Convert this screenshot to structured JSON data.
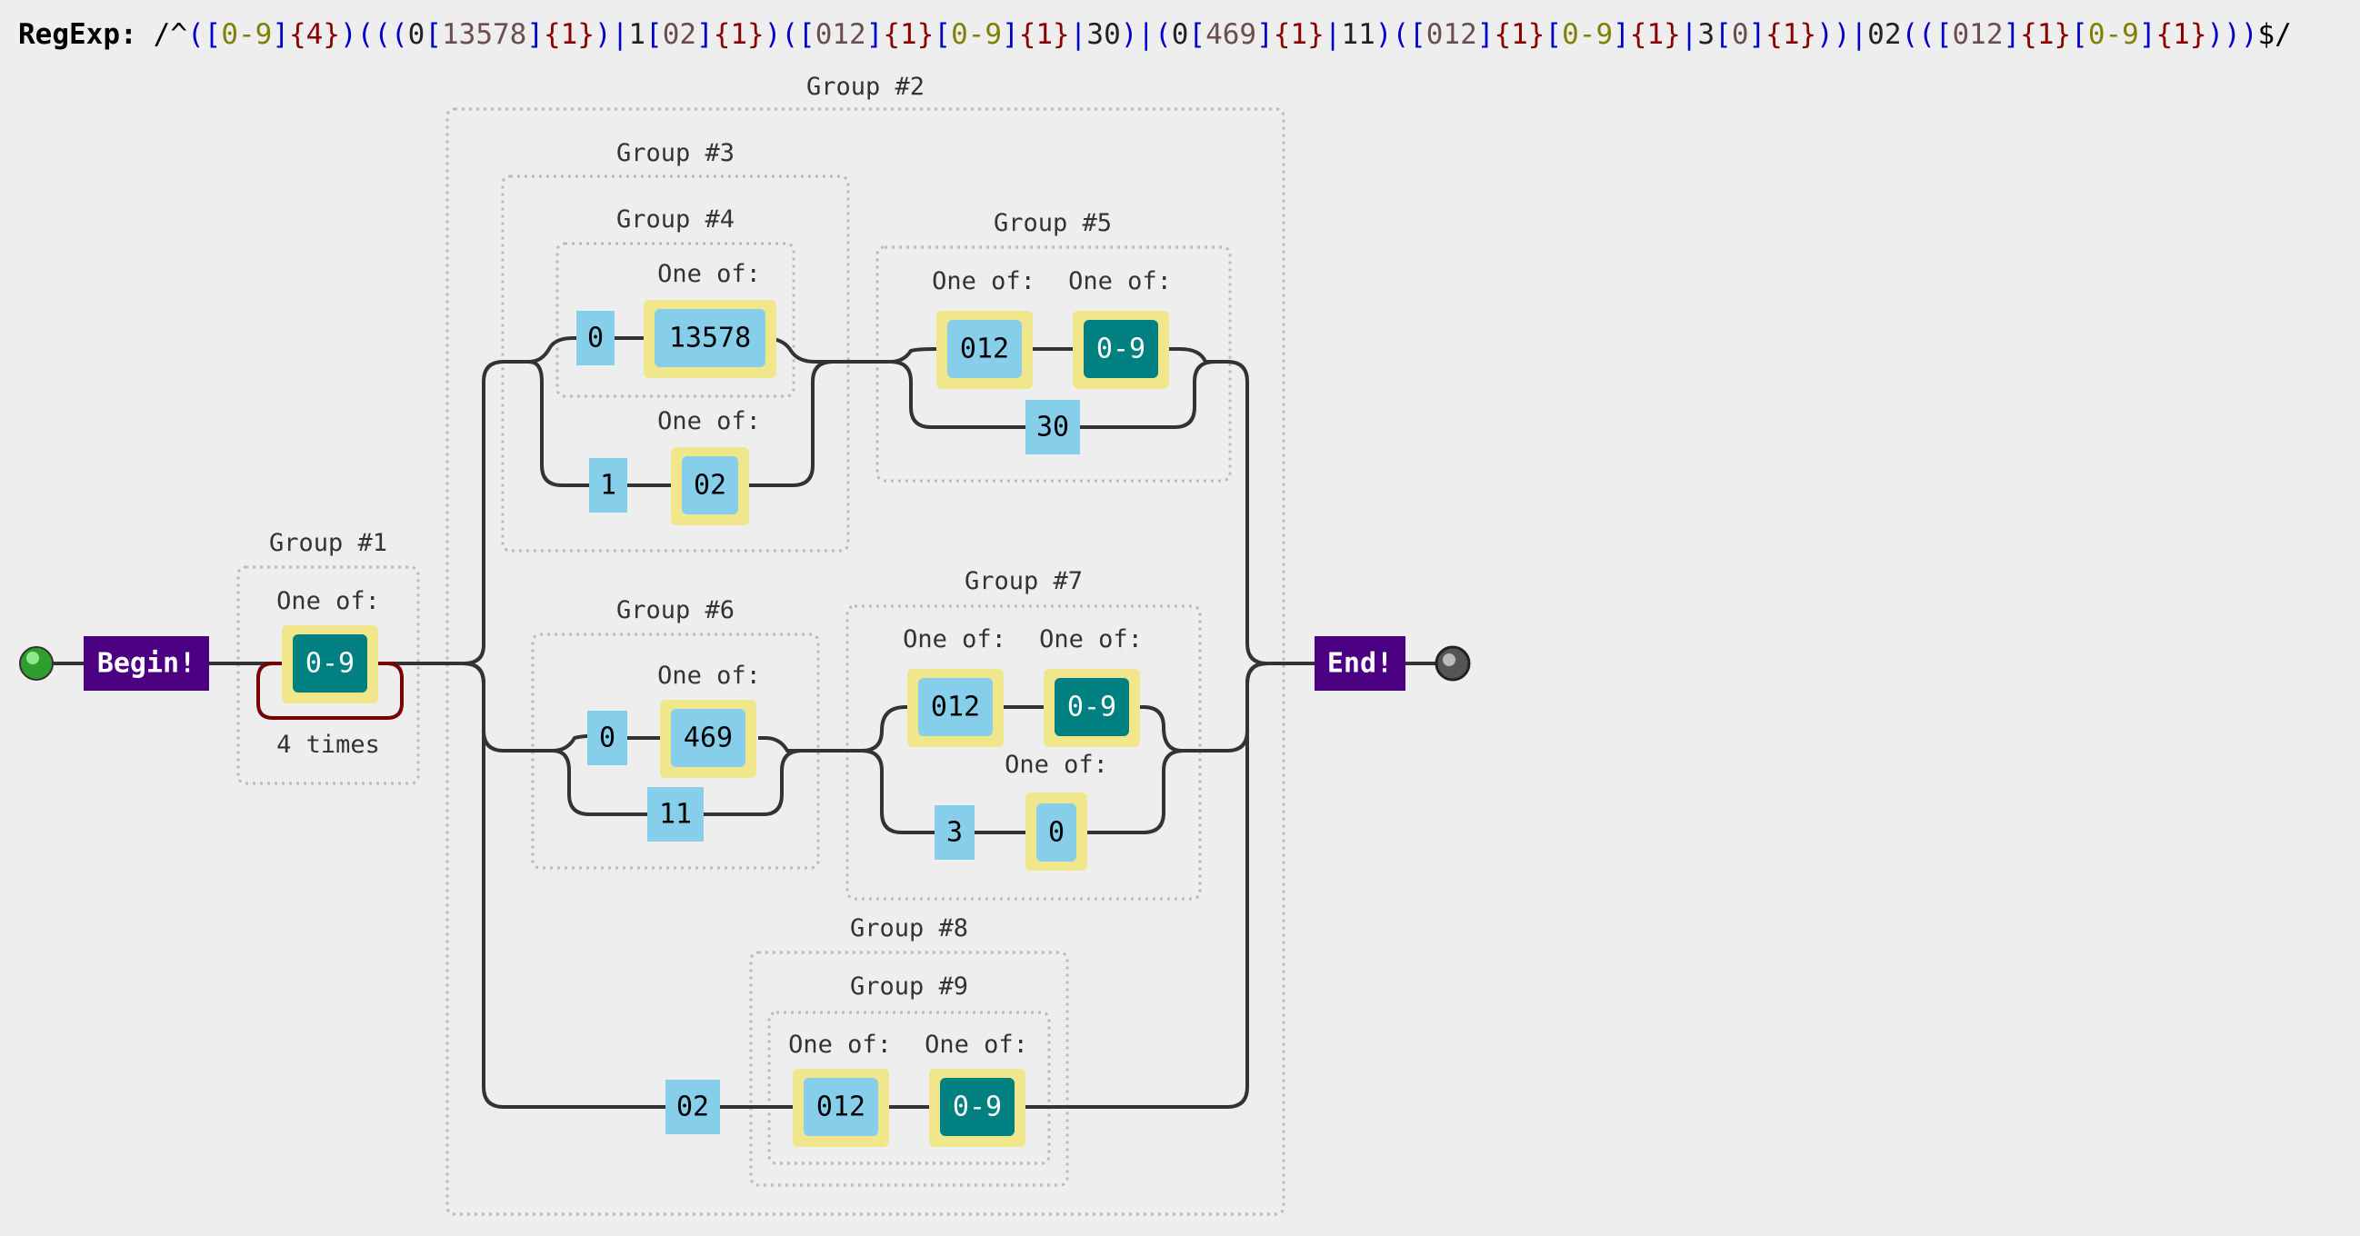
{
  "regexp": {
    "label": "RegExp:",
    "tokens": [
      {
        "t": "/^",
        "c": "#000000"
      },
      {
        "t": "(",
        "c": "#0000cc"
      },
      {
        "t": "[",
        "c": "#0000cc"
      },
      {
        "t": "0-9",
        "c": "#808000"
      },
      {
        "t": "]",
        "c": "#0000cc"
      },
      {
        "t": "{4}",
        "c": "#8b0000"
      },
      {
        "t": ")",
        "c": "#0000cc"
      },
      {
        "t": "(((",
        "c": "#0000cc"
      },
      {
        "t": "0",
        "c": "#222222"
      },
      {
        "t": "[",
        "c": "#0000cc"
      },
      {
        "t": "13578",
        "c": "#6b4e4e"
      },
      {
        "t": "]",
        "c": "#0000cc"
      },
      {
        "t": "{1}",
        "c": "#8b0000"
      },
      {
        "t": ")",
        "c": "#0000cc"
      },
      {
        "t": "|",
        "c": "#0000cc"
      },
      {
        "t": "1",
        "c": "#222222"
      },
      {
        "t": "[",
        "c": "#0000cc"
      },
      {
        "t": "02",
        "c": "#6b4e4e"
      },
      {
        "t": "]",
        "c": "#0000cc"
      },
      {
        "t": "{1}",
        "c": "#8b0000"
      },
      {
        "t": ")",
        "c": "#0000cc"
      },
      {
        "t": "(",
        "c": "#0000cc"
      },
      {
        "t": "[",
        "c": "#0000cc"
      },
      {
        "t": "012",
        "c": "#6b4e4e"
      },
      {
        "t": "]",
        "c": "#0000cc"
      },
      {
        "t": "{1}",
        "c": "#8b0000"
      },
      {
        "t": "[",
        "c": "#0000cc"
      },
      {
        "t": "0-9",
        "c": "#808000"
      },
      {
        "t": "]",
        "c": "#0000cc"
      },
      {
        "t": "{1}",
        "c": "#8b0000"
      },
      {
        "t": "|",
        "c": "#0000cc"
      },
      {
        "t": "30",
        "c": "#222222"
      },
      {
        "t": ")",
        "c": "#0000cc"
      },
      {
        "t": "|",
        "c": "#0000cc"
      },
      {
        "t": "(",
        "c": "#0000cc"
      },
      {
        "t": "0",
        "c": "#222222"
      },
      {
        "t": "[",
        "c": "#0000cc"
      },
      {
        "t": "469",
        "c": "#6b4e4e"
      },
      {
        "t": "]",
        "c": "#0000cc"
      },
      {
        "t": "{1}",
        "c": "#8b0000"
      },
      {
        "t": "|",
        "c": "#0000cc"
      },
      {
        "t": "11",
        "c": "#222222"
      },
      {
        "t": ")",
        "c": "#0000cc"
      },
      {
        "t": "(",
        "c": "#0000cc"
      },
      {
        "t": "[",
        "c": "#0000cc"
      },
      {
        "t": "012",
        "c": "#6b4e4e"
      },
      {
        "t": "]",
        "c": "#0000cc"
      },
      {
        "t": "{1}",
        "c": "#8b0000"
      },
      {
        "t": "[",
        "c": "#0000cc"
      },
      {
        "t": "0-9",
        "c": "#808000"
      },
      {
        "t": "]",
        "c": "#0000cc"
      },
      {
        "t": "{1}",
        "c": "#8b0000"
      },
      {
        "t": "|",
        "c": "#0000cc"
      },
      {
        "t": "3",
        "c": "#222222"
      },
      {
        "t": "[",
        "c": "#0000cc"
      },
      {
        "t": "0",
        "c": "#6b4e4e"
      },
      {
        "t": "]",
        "c": "#0000cc"
      },
      {
        "t": "{1}",
        "c": "#8b0000"
      },
      {
        "t": ")",
        "c": "#0000cc"
      },
      {
        "t": ")",
        "c": "#0000cc"
      },
      {
        "t": "|",
        "c": "#0000cc"
      },
      {
        "t": "02",
        "c": "#222222"
      },
      {
        "t": "((",
        "c": "#0000cc"
      },
      {
        "t": "[",
        "c": "#0000cc"
      },
      {
        "t": "012",
        "c": "#6b4e4e"
      },
      {
        "t": "]",
        "c": "#0000cc"
      },
      {
        "t": "{1}",
        "c": "#8b0000"
      },
      {
        "t": "[",
        "c": "#0000cc"
      },
      {
        "t": "0-9",
        "c": "#808000"
      },
      {
        "t": "]",
        "c": "#0000cc"
      },
      {
        "t": "{1}",
        "c": "#8b0000"
      },
      {
        "t": ")))",
        "c": "#0000cc"
      },
      {
        "t": "$/",
        "c": "#000000"
      }
    ]
  },
  "labels": {
    "begin": "Begin!",
    "end": "End!",
    "one_of": "One of:",
    "four_times": "4 times"
  },
  "groups": {
    "g1": "Group #1",
    "g2": "Group #2",
    "g3": "Group #3",
    "g4": "Group #4",
    "g5": "Group #5",
    "g6": "Group #6",
    "g7": "Group #7",
    "g8": "Group #8",
    "g9": "Group #9"
  },
  "nodes": {
    "g1_set": "0-9",
    "g4_lit0": "0",
    "g4_set13578": "13578",
    "g4_lit1": "1",
    "g4_set02": "02",
    "g5_set012": "012",
    "g5_set09": "0-9",
    "g5_lit30": "30",
    "g6_lit0": "0",
    "g6_set469": "469",
    "g6_lit11": "11",
    "g7_set012": "012",
    "g7_set09": "0-9",
    "g7_lit3": "3",
    "g7_set0": "0",
    "g8_lit02": "02",
    "g9_set012": "012",
    "g9_set09": "0-9"
  },
  "colors": {
    "literal": "#87ceeb",
    "charset_outer": "#f0e68c",
    "digit_range": "#008080",
    "terminal": "#4b0082",
    "loop": "#7a0000"
  }
}
